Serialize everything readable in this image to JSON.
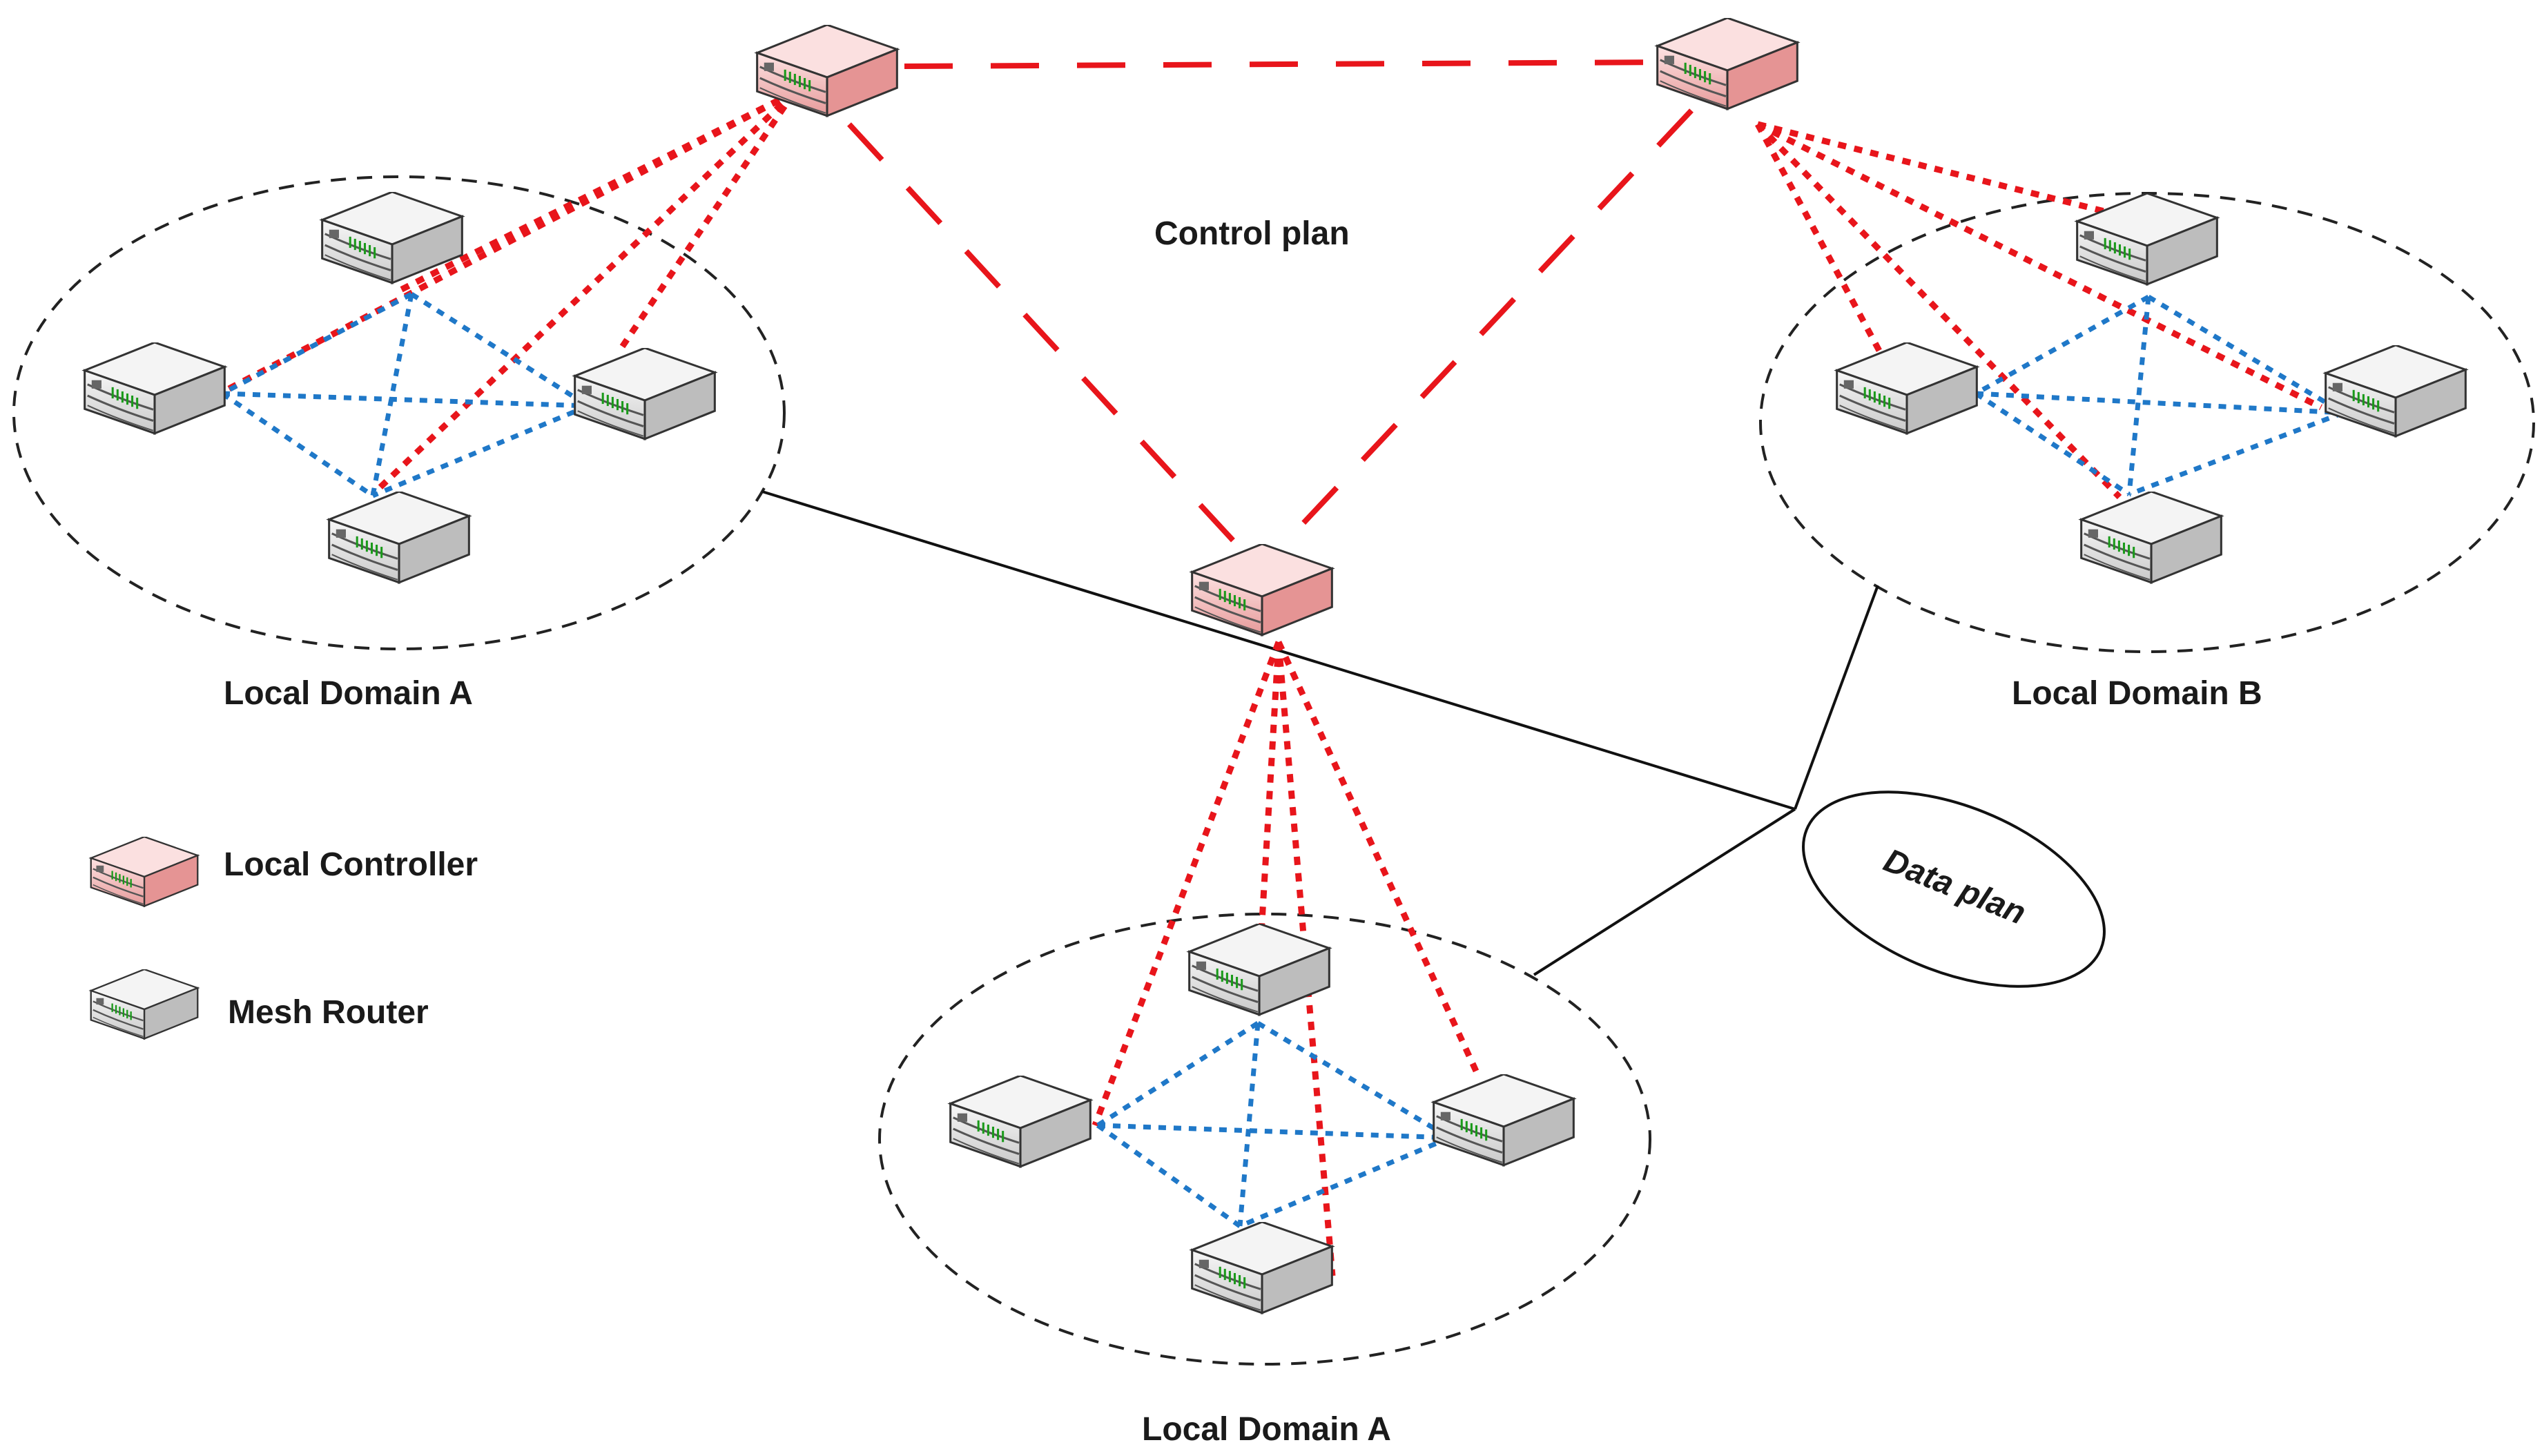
{
  "labels": {
    "control_plan": "Control plan",
    "data_plan": "Data plan",
    "domain_top_left": "Local Domain A",
    "domain_right": "Local Domain B",
    "domain_bottom": "Local Domain A"
  },
  "legend": {
    "controller": "Local Controller",
    "router": "Mesh Router"
  },
  "colors": {
    "control_link": "#e8151b",
    "mesh_link": "#1f78c8",
    "data_link": "#000000",
    "controller_body": "#f3b6b6",
    "router_body": "#e2e2e2"
  },
  "icons": {
    "controller": "local-controller-icon",
    "router": "mesh-router-icon"
  }
}
